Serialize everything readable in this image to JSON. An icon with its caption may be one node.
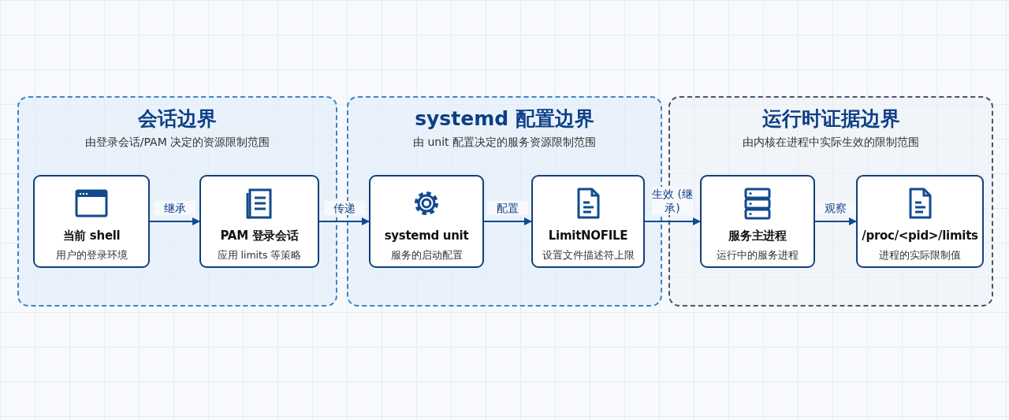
{
  "diagram": {
    "nodes": [
      {
        "text": [
          "会话边界",
          "由登录会话/PAM 决定的资源限制范围"
        ]
      },
      {
        "text": [
          "当前 shell",
          "用户的登录环境"
        ],
        "in": 0
      },
      {
        "text": [
          "PAM 登录会话",
          "应用 limits 等策略"
        ],
        "in": 0
      },
      {
        "text": [
          "systemd 配置边界",
          "由 unit 配置决定的服务资源限制范围"
        ]
      },
      {
        "text": [
          "systemd unit",
          "服务的启动配置"
        ],
        "in": 3
      },
      {
        "text": [
          "LimitNOFILE",
          "设置文件描述符上限"
        ],
        "in": 3
      },
      {
        "text": [
          "运行时证据边界",
          "由内核在进程中实际生效的限制范围"
        ]
      },
      {
        "text": [
          "服务主进程",
          "运行中的服务进程"
        ],
        "in": 6
      },
      {
        "text": [
          "/proc/<pid>/limits",
          "进程的实际限制值"
        ],
        "in": 6
      }
    ],
    "edges": [
      {
        "from": 1,
        "to": 2,
        "arrow": "to",
        "label": "继承"
      },
      {
        "from": 2,
        "to": 4,
        "arrow": "to",
        "label": "传递"
      },
      {
        "from": 4,
        "to": 5,
        "arrow": "to",
        "label": "配置"
      },
      {
        "from": 5,
        "to": 7,
        "arrow": "to",
        "label": "生效 (继承)"
      },
      {
        "from": 7,
        "to": 8,
        "arrow": "to",
        "label": "观察"
      }
    ]
  }
}
